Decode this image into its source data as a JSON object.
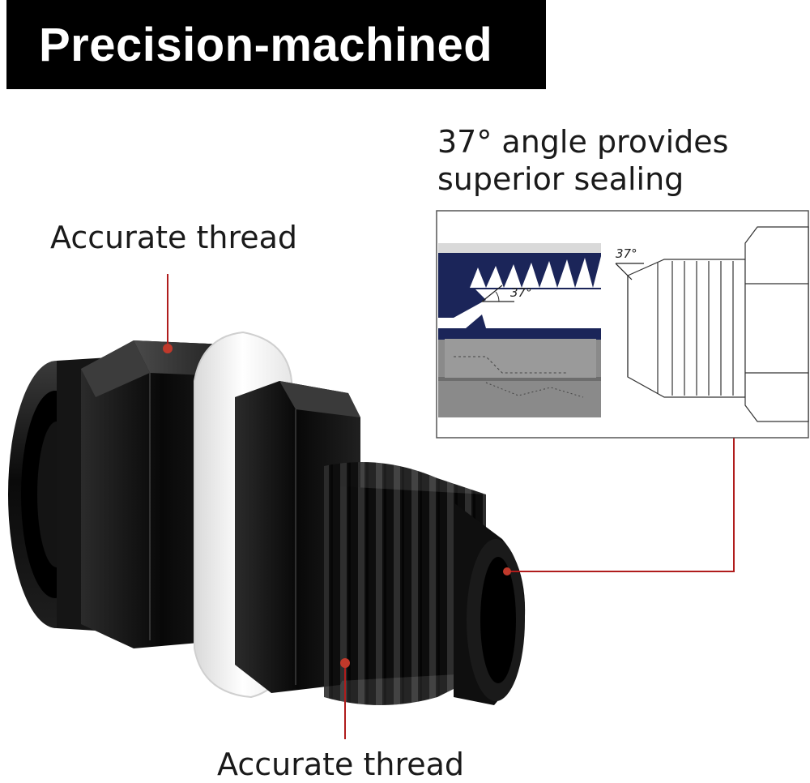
{
  "header": {
    "title": "Precision-machined"
  },
  "callouts": {
    "top_thread": "Accurate thread",
    "bottom_thread": "Accurate thread",
    "angle_line1": "37° angle provides",
    "angle_line2": "superior sealing"
  },
  "diagram": {
    "angle_label_left": "37°",
    "angle_label_right": "37°"
  },
  "colors": {
    "callout_line": "#b01c1c",
    "navy": "#1b2559",
    "fitting_black": "#0b0b0b",
    "washer_white": "#f4f4f4"
  }
}
